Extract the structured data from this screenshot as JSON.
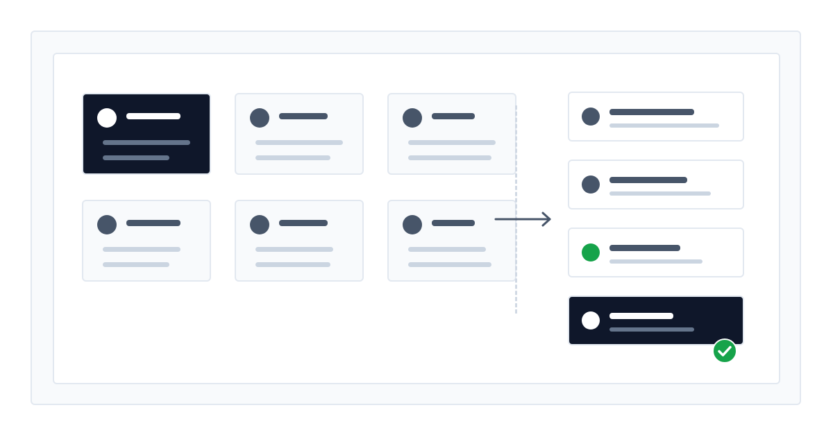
{
  "colors": {
    "page_bg": "#ffffff",
    "frame_bg": "#f8fafc",
    "frame_border": "#e2e8f0",
    "card_bg": "#f8fafc",
    "selected_card_bg": "#0f172a",
    "avatar": "#475569",
    "placeholder_line": "#cbd5e1",
    "accent_green": "#16a34a"
  },
  "source_grid": {
    "cards": [
      {
        "selected": true
      },
      {
        "selected": false
      },
      {
        "selected": false
      },
      {
        "selected": false
      },
      {
        "selected": false
      },
      {
        "selected": false
      }
    ]
  },
  "target_list": {
    "items": [
      {
        "selected": false,
        "avatar": "default"
      },
      {
        "selected": false,
        "avatar": "default"
      },
      {
        "selected": false,
        "avatar": "green"
      },
      {
        "selected": true,
        "avatar": "white",
        "status_icon": "check-circle-icon"
      }
    ]
  },
  "icons": {
    "arrow": "arrow-right-icon",
    "check": "check-circle-icon"
  }
}
